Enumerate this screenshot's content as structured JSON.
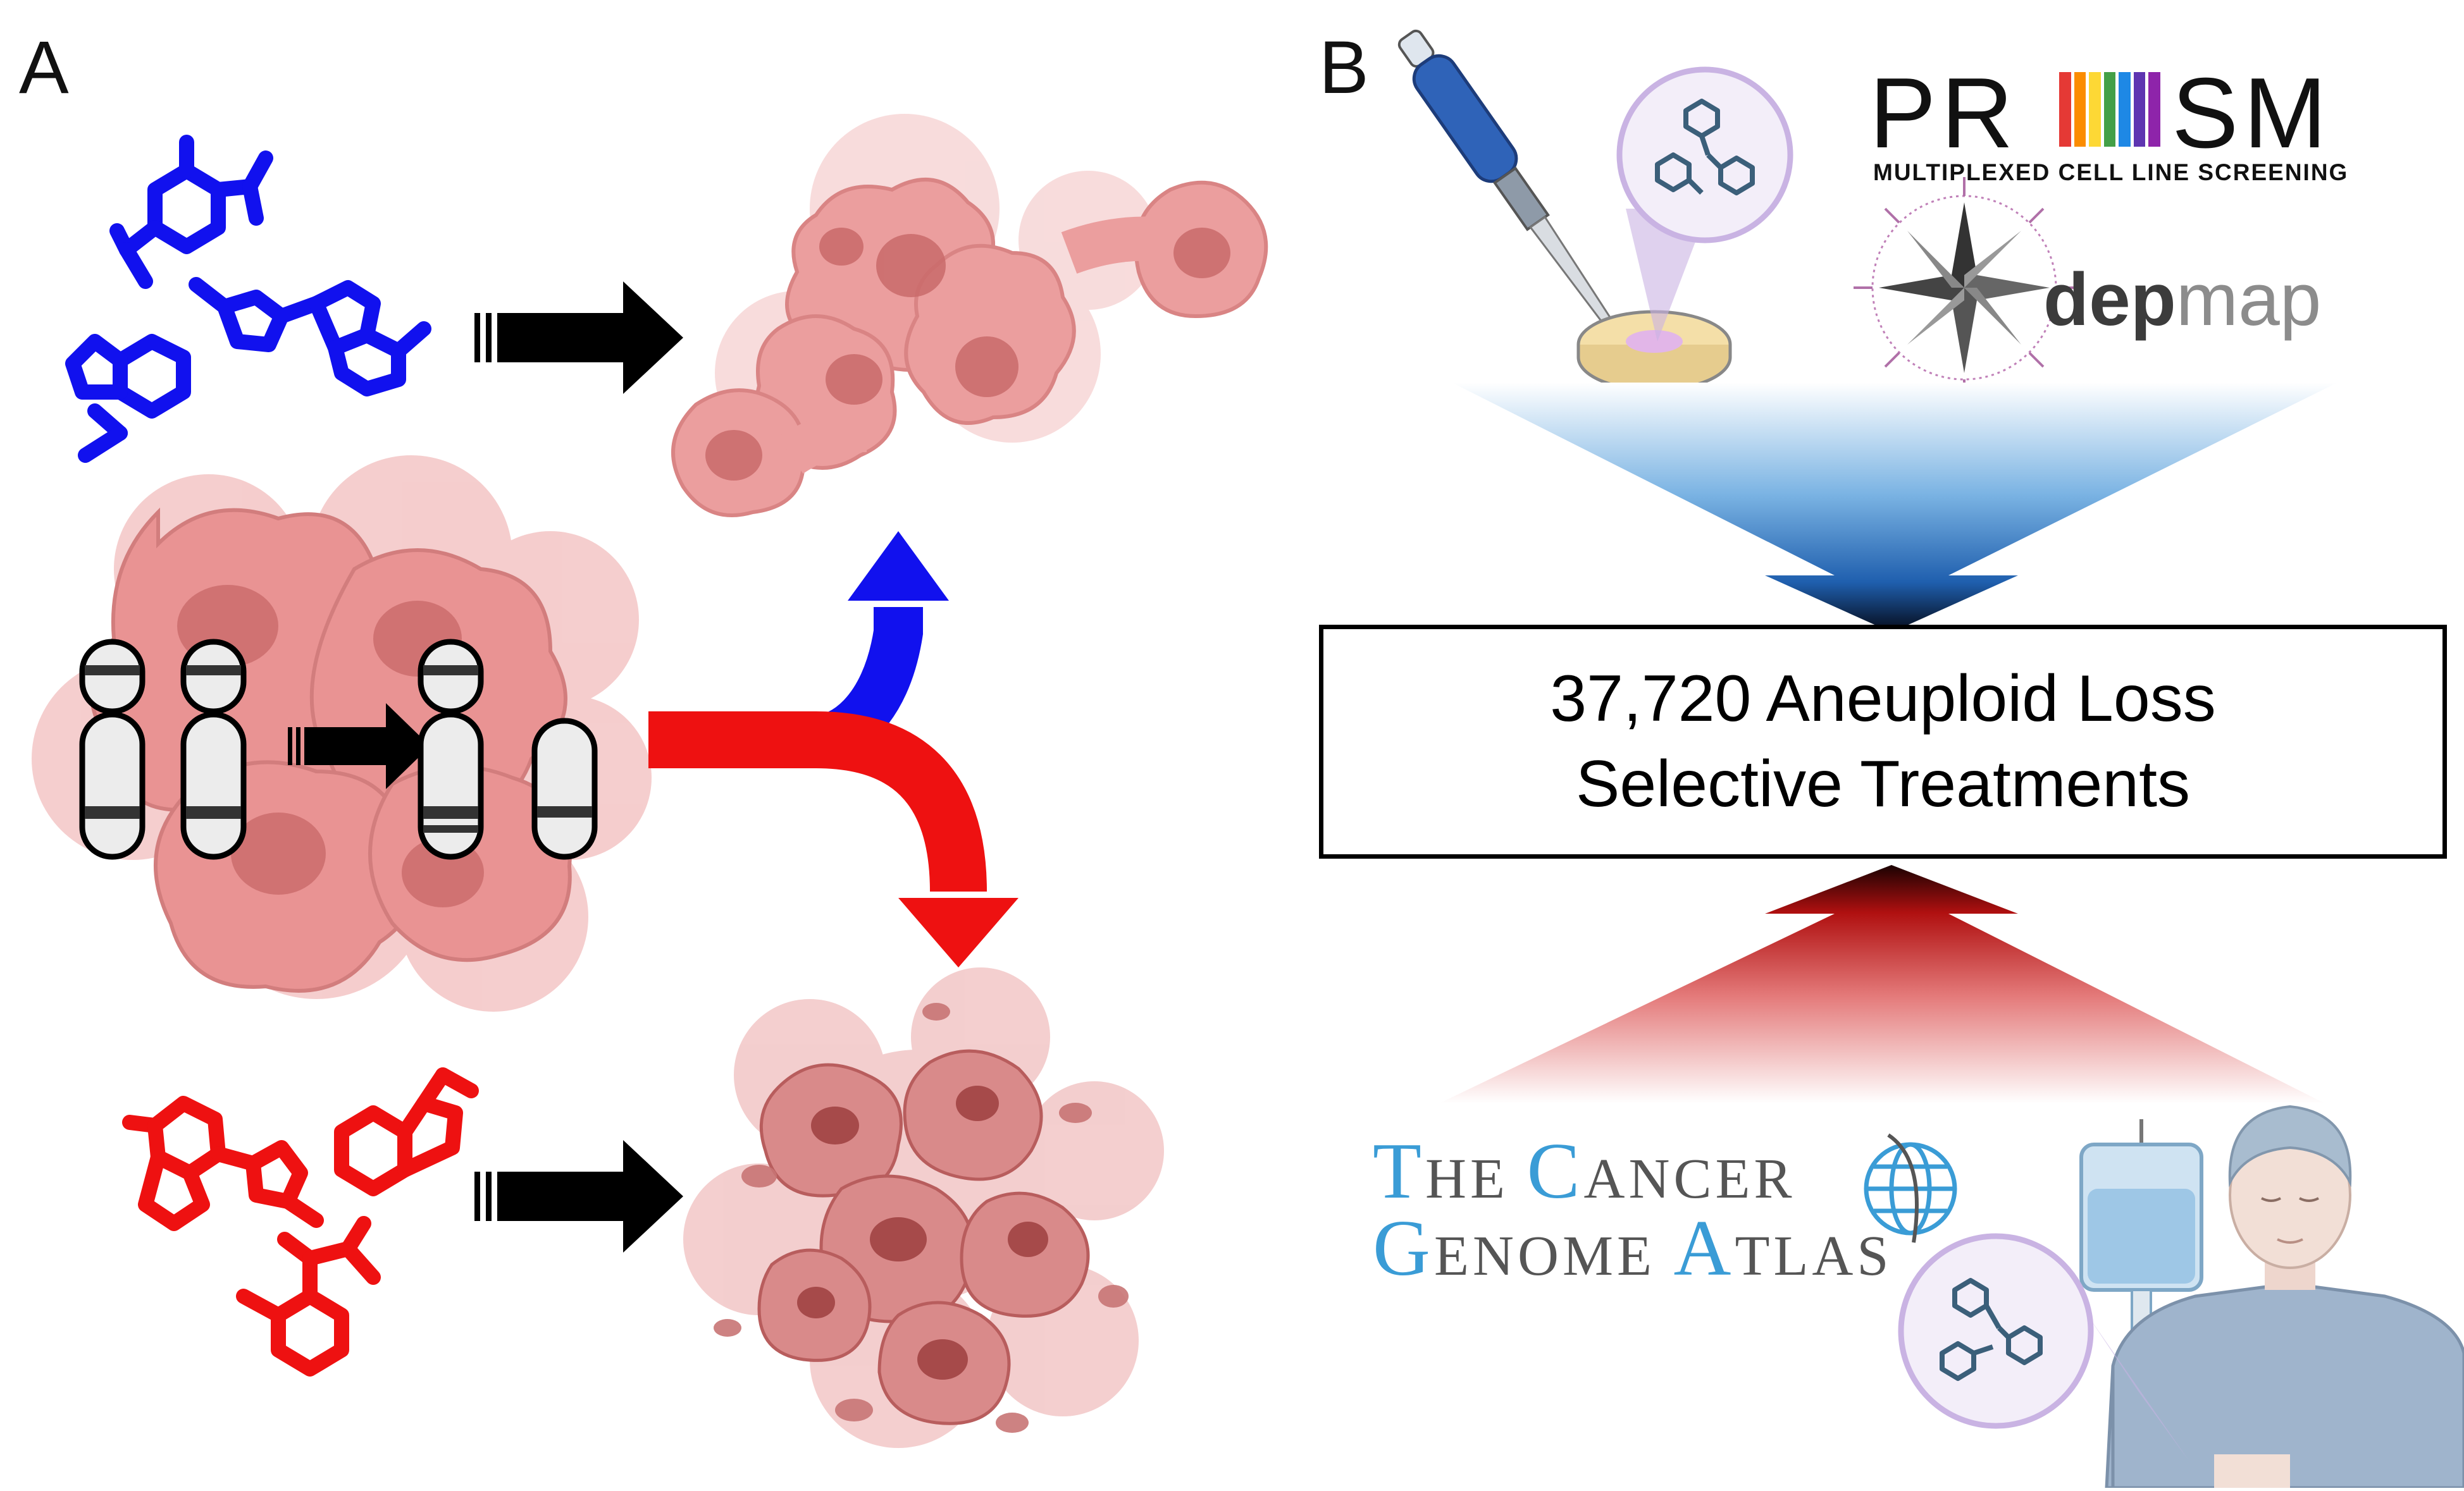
{
  "panels": {
    "a_label": "A",
    "b_label": "B"
  },
  "prism": {
    "word_left": "PR",
    "word_right": "SM",
    "subtitle": "MULTIPLEXED CELL LINE SCREENING",
    "bar_colors": [
      "#e53935",
      "#fb8c00",
      "#fdd835",
      "#43a047",
      "#1e88e5",
      "#5e35b1",
      "#8e24aa"
    ]
  },
  "depmap": {
    "part1": "dep",
    "part2": "map"
  },
  "result": {
    "line1": "37,720 Aneuploid Loss",
    "line2": "Selective Treatments"
  },
  "tcga": {
    "line1": [
      {
        "text": "T",
        "style": "cap"
      },
      {
        "text": "HE ",
        "style": "sm"
      },
      {
        "text": "C",
        "style": "cap"
      },
      {
        "text": "ANCER",
        "style": "sm"
      }
    ],
    "line2": [
      {
        "text": "G",
        "style": "cap"
      },
      {
        "text": "ENOME ",
        "style": "sm"
      },
      {
        "text": "A",
        "style": "cap"
      },
      {
        "text": "TLAS",
        "style": "sm"
      }
    ]
  },
  "colors": {
    "drug_effective": "#1111ee",
    "drug_resistant": "#ee1111",
    "arrow": "#000000",
    "cell_fill": "#e79a9a",
    "cell_nucleus": "#c96a6a",
    "dead_cell": "#b95f5f",
    "screen_gradient_top": "#ffffff",
    "screen_gradient_bottom": "#1f5fae",
    "patient_gradient_top": "#ffffff",
    "patient_gradient_bottom": "#b01010",
    "tcga_accent": "#3a9cd6",
    "tcga_text": "#555555"
  },
  "icons": [
    "effective-drug-molecules",
    "resistant-drug-molecules",
    "proliferating-cells",
    "dying-cells",
    "aneuploid-cell-cluster",
    "chromosome-loss",
    "pipette-icon",
    "petri-dish-icon",
    "compass-icon",
    "globe-icon",
    "iv-drip-icon",
    "patient-icon"
  ]
}
